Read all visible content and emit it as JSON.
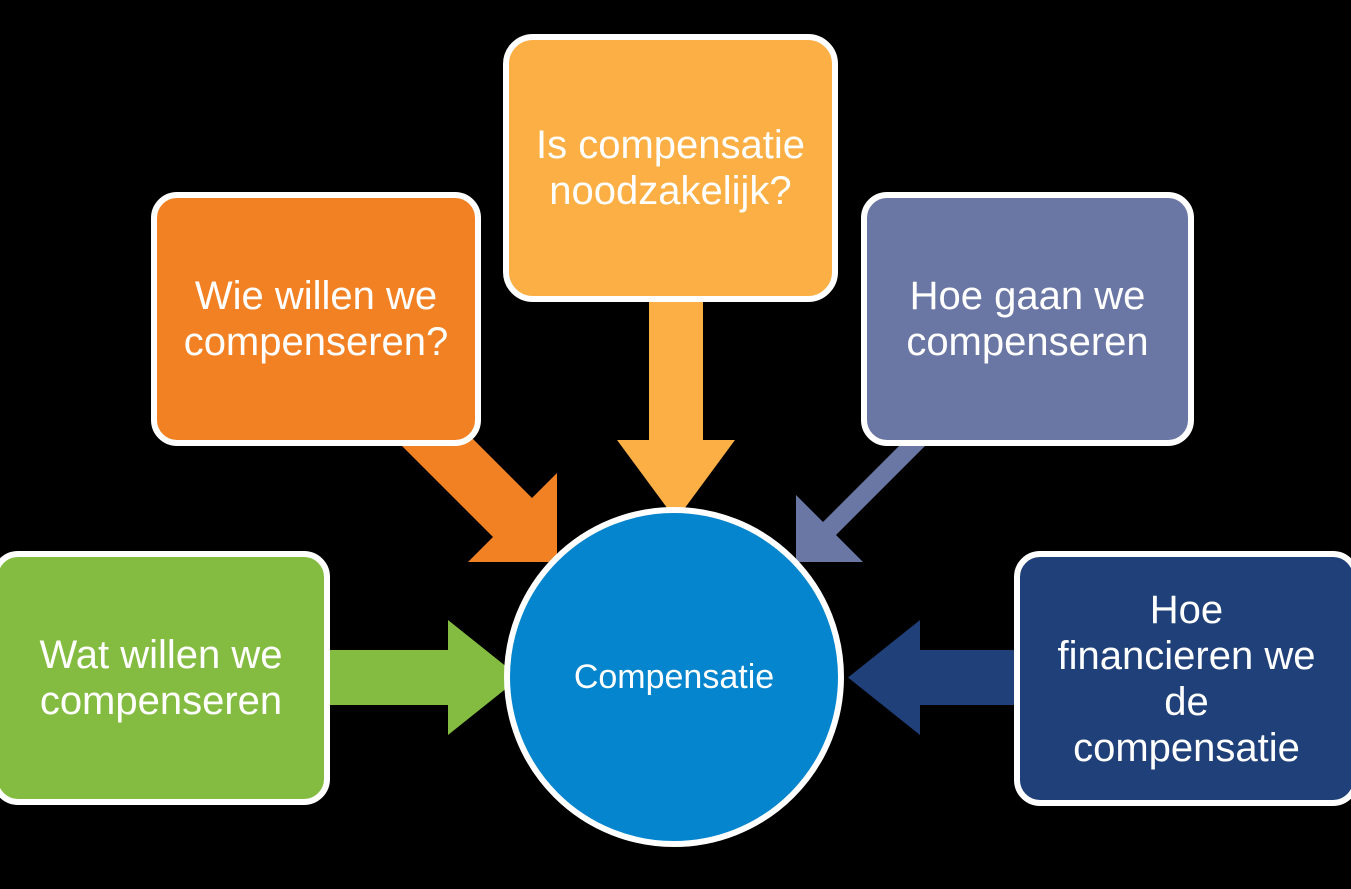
{
  "diagram": {
    "title": "Compensatie",
    "background_color": "#000000",
    "center": {
      "label": "Compensatie",
      "color": "#0585CE",
      "shape": "circle",
      "text_color": "#ffffff"
    },
    "nodes": [
      {
        "id": "necessity",
        "label": "Is compensatie\nnoodzakelijk?",
        "color": "#FBAF44",
        "position": "top-center",
        "arrow": {
          "name": "down-arrow",
          "direction": "down",
          "color": "#FBAF44"
        }
      },
      {
        "id": "who",
        "label": "Wie willen we\ncompenseren?",
        "color": "#F28124",
        "position": "top-left",
        "arrow": {
          "name": "diagonal-arrow-down-right",
          "direction": "down-right",
          "color": "#F28124"
        }
      },
      {
        "id": "howto",
        "label": "Hoe gaan we\ncompenseren",
        "color": "#6A76A4",
        "position": "top-right",
        "arrow": {
          "name": "diagonal-arrow-down-left",
          "direction": "down-left",
          "color": "#6A76A4"
        }
      },
      {
        "id": "what",
        "label": "Wat willen we\ncompenseren",
        "color": "#84BC41",
        "position": "bottom-left",
        "arrow": {
          "name": "right-arrow",
          "direction": "right",
          "color": "#84BC41"
        }
      },
      {
        "id": "finance",
        "label": "Hoe\nfinancieren we\nde\ncompensatie",
        "color": "#1F4079",
        "position": "bottom-right",
        "arrow": {
          "name": "left-arrow",
          "direction": "left",
          "color": "#1F4079"
        }
      }
    ]
  }
}
